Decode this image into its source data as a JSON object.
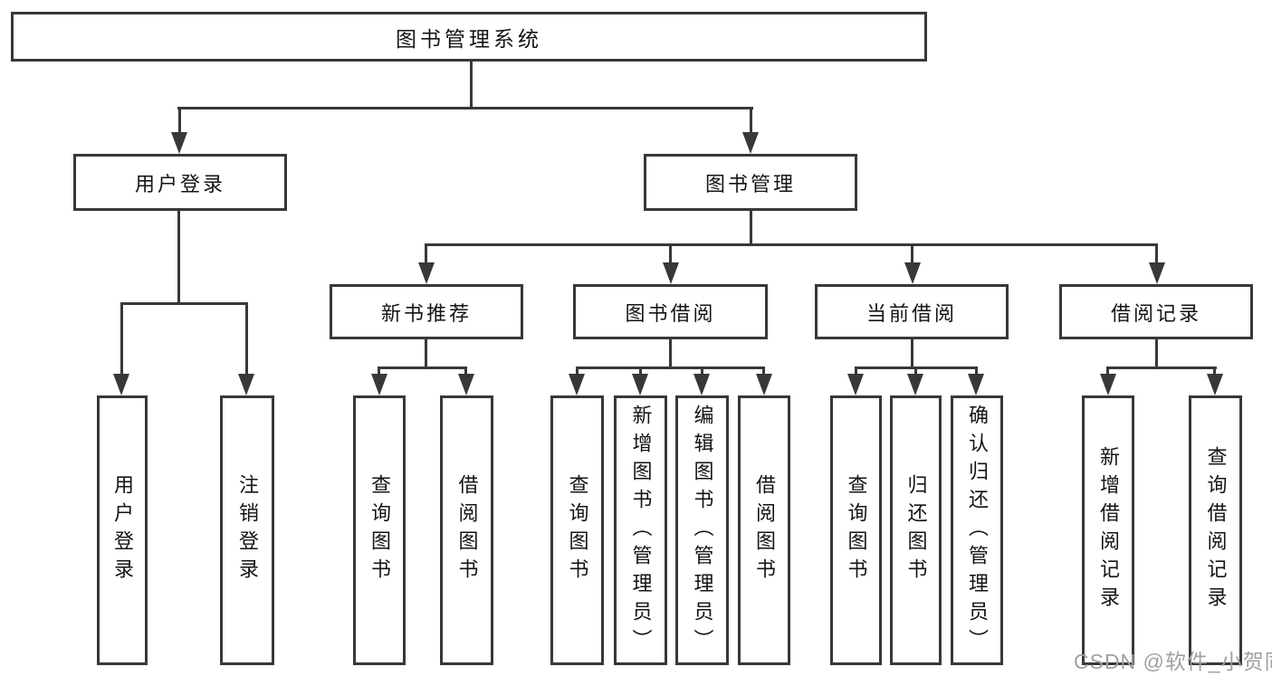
{
  "diagram": {
    "root": {
      "label": "图书管理系统"
    },
    "user_login": {
      "label": "用户登录",
      "children": [
        {
          "label": "用户登录"
        },
        {
          "label": "注销登录"
        }
      ]
    },
    "book_management": {
      "label": "图书管理",
      "sections": [
        {
          "label": "新书推荐",
          "children": [
            {
              "label": "查询图书"
            },
            {
              "label": "借阅图书"
            }
          ]
        },
        {
          "label": "图书借阅",
          "children": [
            {
              "label": "查询图书"
            },
            {
              "label": "新增图书（管理员）"
            },
            {
              "label": "编辑图书（管理员）"
            },
            {
              "label": "借阅图书"
            }
          ]
        },
        {
          "label": "当前借阅",
          "children": [
            {
              "label": "查询图书"
            },
            {
              "label": "归还图书"
            },
            {
              "label": "确认归还（管理员）"
            }
          ]
        },
        {
          "label": "借阅记录",
          "children": [
            {
              "label": "新增借阅记录"
            },
            {
              "label": "查询借阅记录"
            }
          ]
        }
      ]
    }
  },
  "watermark": {
    "text": "CSDN @软件_小贺同学"
  },
  "colors": {
    "line": "#383838",
    "text": "#141414",
    "watermark": "#a0a0a0",
    "background": "#ffffff"
  }
}
